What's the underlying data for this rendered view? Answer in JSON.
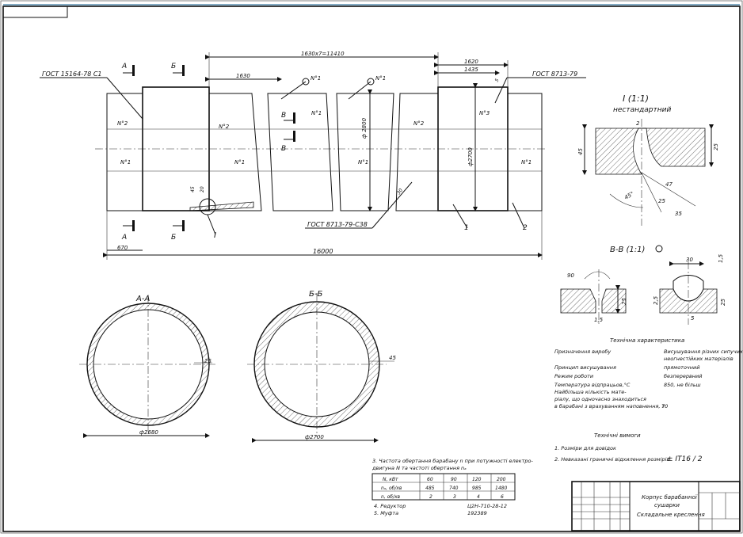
{
  "title_block": {
    "name_line1": "Корпус барабанної",
    "name_line2": "сушарки",
    "doc_type": "Складальне креслення"
  },
  "labels": {
    "gost_top_left": "ГОСТ 15164-78 С1",
    "gost_top_right": "ГОСТ 8713-79",
    "gost_bottom": "ГОСТ 8713-79-С38",
    "dim_total_length": "16000",
    "dim_sections": "1630х7=11410",
    "dim_1630": "1630",
    "dim_1620": "1620",
    "dim_1435": "1435",
    "dim_670": "670",
    "dim_d2800": "ф 2800",
    "dim_d2700": "ф2700",
    "dim_45": "45",
    "dim_20": "20",
    "dim_30": "30",
    "dim_5": "5",
    "weld_n1": "N°1",
    "weld_n2": "N°2",
    "weld_n3": "N°3",
    "weld_1_flag": "N°1",
    "leader_1": "1",
    "leader_2": "2",
    "leader_I": "I",
    "sec_A": "А",
    "sec_B": "Б",
    "sec_V": "В"
  },
  "section_AA": {
    "title": "А-А",
    "diameter": "ф2680",
    "thickness": "25"
  },
  "section_BB": {
    "title": "Б-Б",
    "diameter": "ф2700",
    "thickness": "45"
  },
  "detail_I": {
    "title": "I (1:1)",
    "subtitle": "нестандартний",
    "dim_2": "2",
    "dim_45_left": "45",
    "dim_25_right": "25",
    "angle_45": "45°",
    "dim_47": "47",
    "dim_25_bottom": "25",
    "dim_35": "35"
  },
  "section_VV": {
    "title": "В-В (1:1)",
    "angle_90": "90",
    "dim_1_5_left": "1,5",
    "dim_25": "25",
    "dim_30": "30",
    "dim_1_5_right": "1,5",
    "dim_2_5": "2,5",
    "dim_5": "5",
    "dim_25_right": "25"
  },
  "tech_characteristics": {
    "title": "Технічна характеристика",
    "rows": [
      {
        "label": "Призначення виробу",
        "value": "Висушування різних сипучих"
      },
      {
        "label": "",
        "value": "неогнестійких матеріалів"
      },
      {
        "label": "Принцип висушування",
        "value": "прямоточний"
      },
      {
        "label": "Режим роботи",
        "value": "безперервний"
      },
      {
        "label": "Температура відпрацьов,°С",
        "value": "850, не більш"
      },
      {
        "label": "Найбільша кількість мате-",
        "value": ""
      },
      {
        "label": "ріалу, що одночасно знаходиться",
        "value": ""
      },
      {
        "label": "в барабані з врахуванням наповнення, т",
        "value": "70"
      }
    ]
  },
  "tech_requirements": {
    "title": "Технічні вимоги",
    "items": [
      "1. Розміри для довідок",
      "2. Невказані граничні відхилення розмірів"
    ],
    "tolerance": "± IT16 / 2"
  },
  "notes": {
    "note3_line1": "3. Частота обертання барабану n при потужності електро-",
    "note3_line2": "двигуна N та частоті обертання nₐ",
    "note4_label": "4. Редуктор",
    "note4_value": "Ц2Н-710-28-12",
    "note5_label": "5. Муфта",
    "note5_value": "192389"
  },
  "speed_table": {
    "row_labels": [
      "N, кВт",
      "nₐ, об/хв",
      "n, об/хв"
    ],
    "columns": [
      [
        "60",
        "485",
        "2"
      ],
      [
        "90",
        "740",
        "3"
      ],
      [
        "120",
        "985",
        "4"
      ],
      [
        "200",
        "1480",
        "6"
      ]
    ]
  }
}
